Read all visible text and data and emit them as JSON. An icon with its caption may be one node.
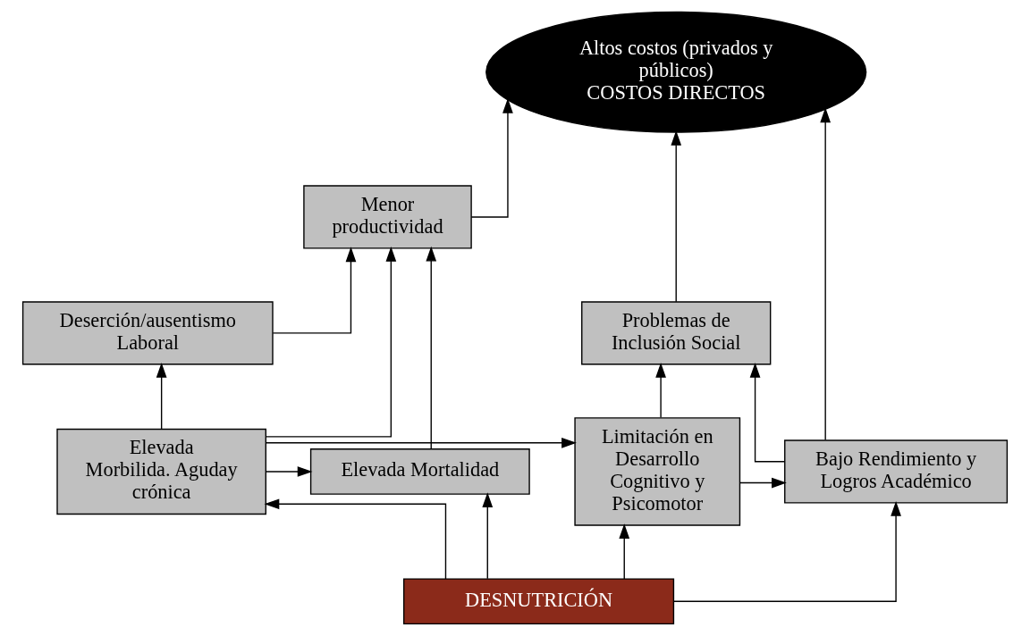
{
  "diagram": {
    "nodes": [
      {
        "text": [
          "Altos costos (privados y públicos)",
          "COSTOS DIRECTOS"
        ]
      },
      {
        "text": [
          "Menor productividad"
        ]
      },
      {
        "text": [
          "Deserción/ausentismo Laboral"
        ]
      },
      {
        "text": [
          "Problemas de Inclusión Social"
        ]
      },
      {
        "text": [
          "Elevada Mortalidad"
        ]
      },
      {
        "text": [
          "Elevada",
          "Morbilida. Aguday crónica"
        ]
      },
      {
        "text": [
          "Limitación en Desarrollo Cognitivo y Psicomotor"
        ]
      },
      {
        "text": [
          "Bajo Rendimiento y Logros Académico"
        ]
      },
      {
        "text": [
          "DESNUTRICIÓN"
        ]
      }
    ],
    "edges": [
      {
        "from": 1,
        "to": 0,
        "arrow": "to"
      },
      {
        "from": 4,
        "to": 1,
        "arrow": "to"
      },
      {
        "from": 2,
        "to": 1,
        "arrow": "to"
      },
      {
        "from": 5,
        "to": 1,
        "arrow": "to"
      },
      {
        "from": 3,
        "to": 0,
        "arrow": "to"
      },
      {
        "from": 7,
        "to": 0,
        "arrow": "to"
      },
      {
        "from": 5,
        "to": 4,
        "arrow": "to"
      },
      {
        "from": 5,
        "to": 2,
        "arrow": "to"
      },
      {
        "from": 5,
        "to": 6,
        "arrow": "to"
      },
      {
        "from": 6,
        "to": 7,
        "arrow": "to"
      },
      {
        "from": 6,
        "to": 3,
        "arrow": "to"
      },
      {
        "from": 7,
        "to": 3,
        "arrow": "to"
      },
      {
        "from": 8,
        "to": 4,
        "arrow": "to"
      },
      {
        "from": 8,
        "to": 5,
        "arrow": "to"
      },
      {
        "from": 8,
        "to": 6,
        "arrow": "to"
      },
      {
        "from": 8,
        "to": 7,
        "arrow": "to"
      }
    ]
  }
}
